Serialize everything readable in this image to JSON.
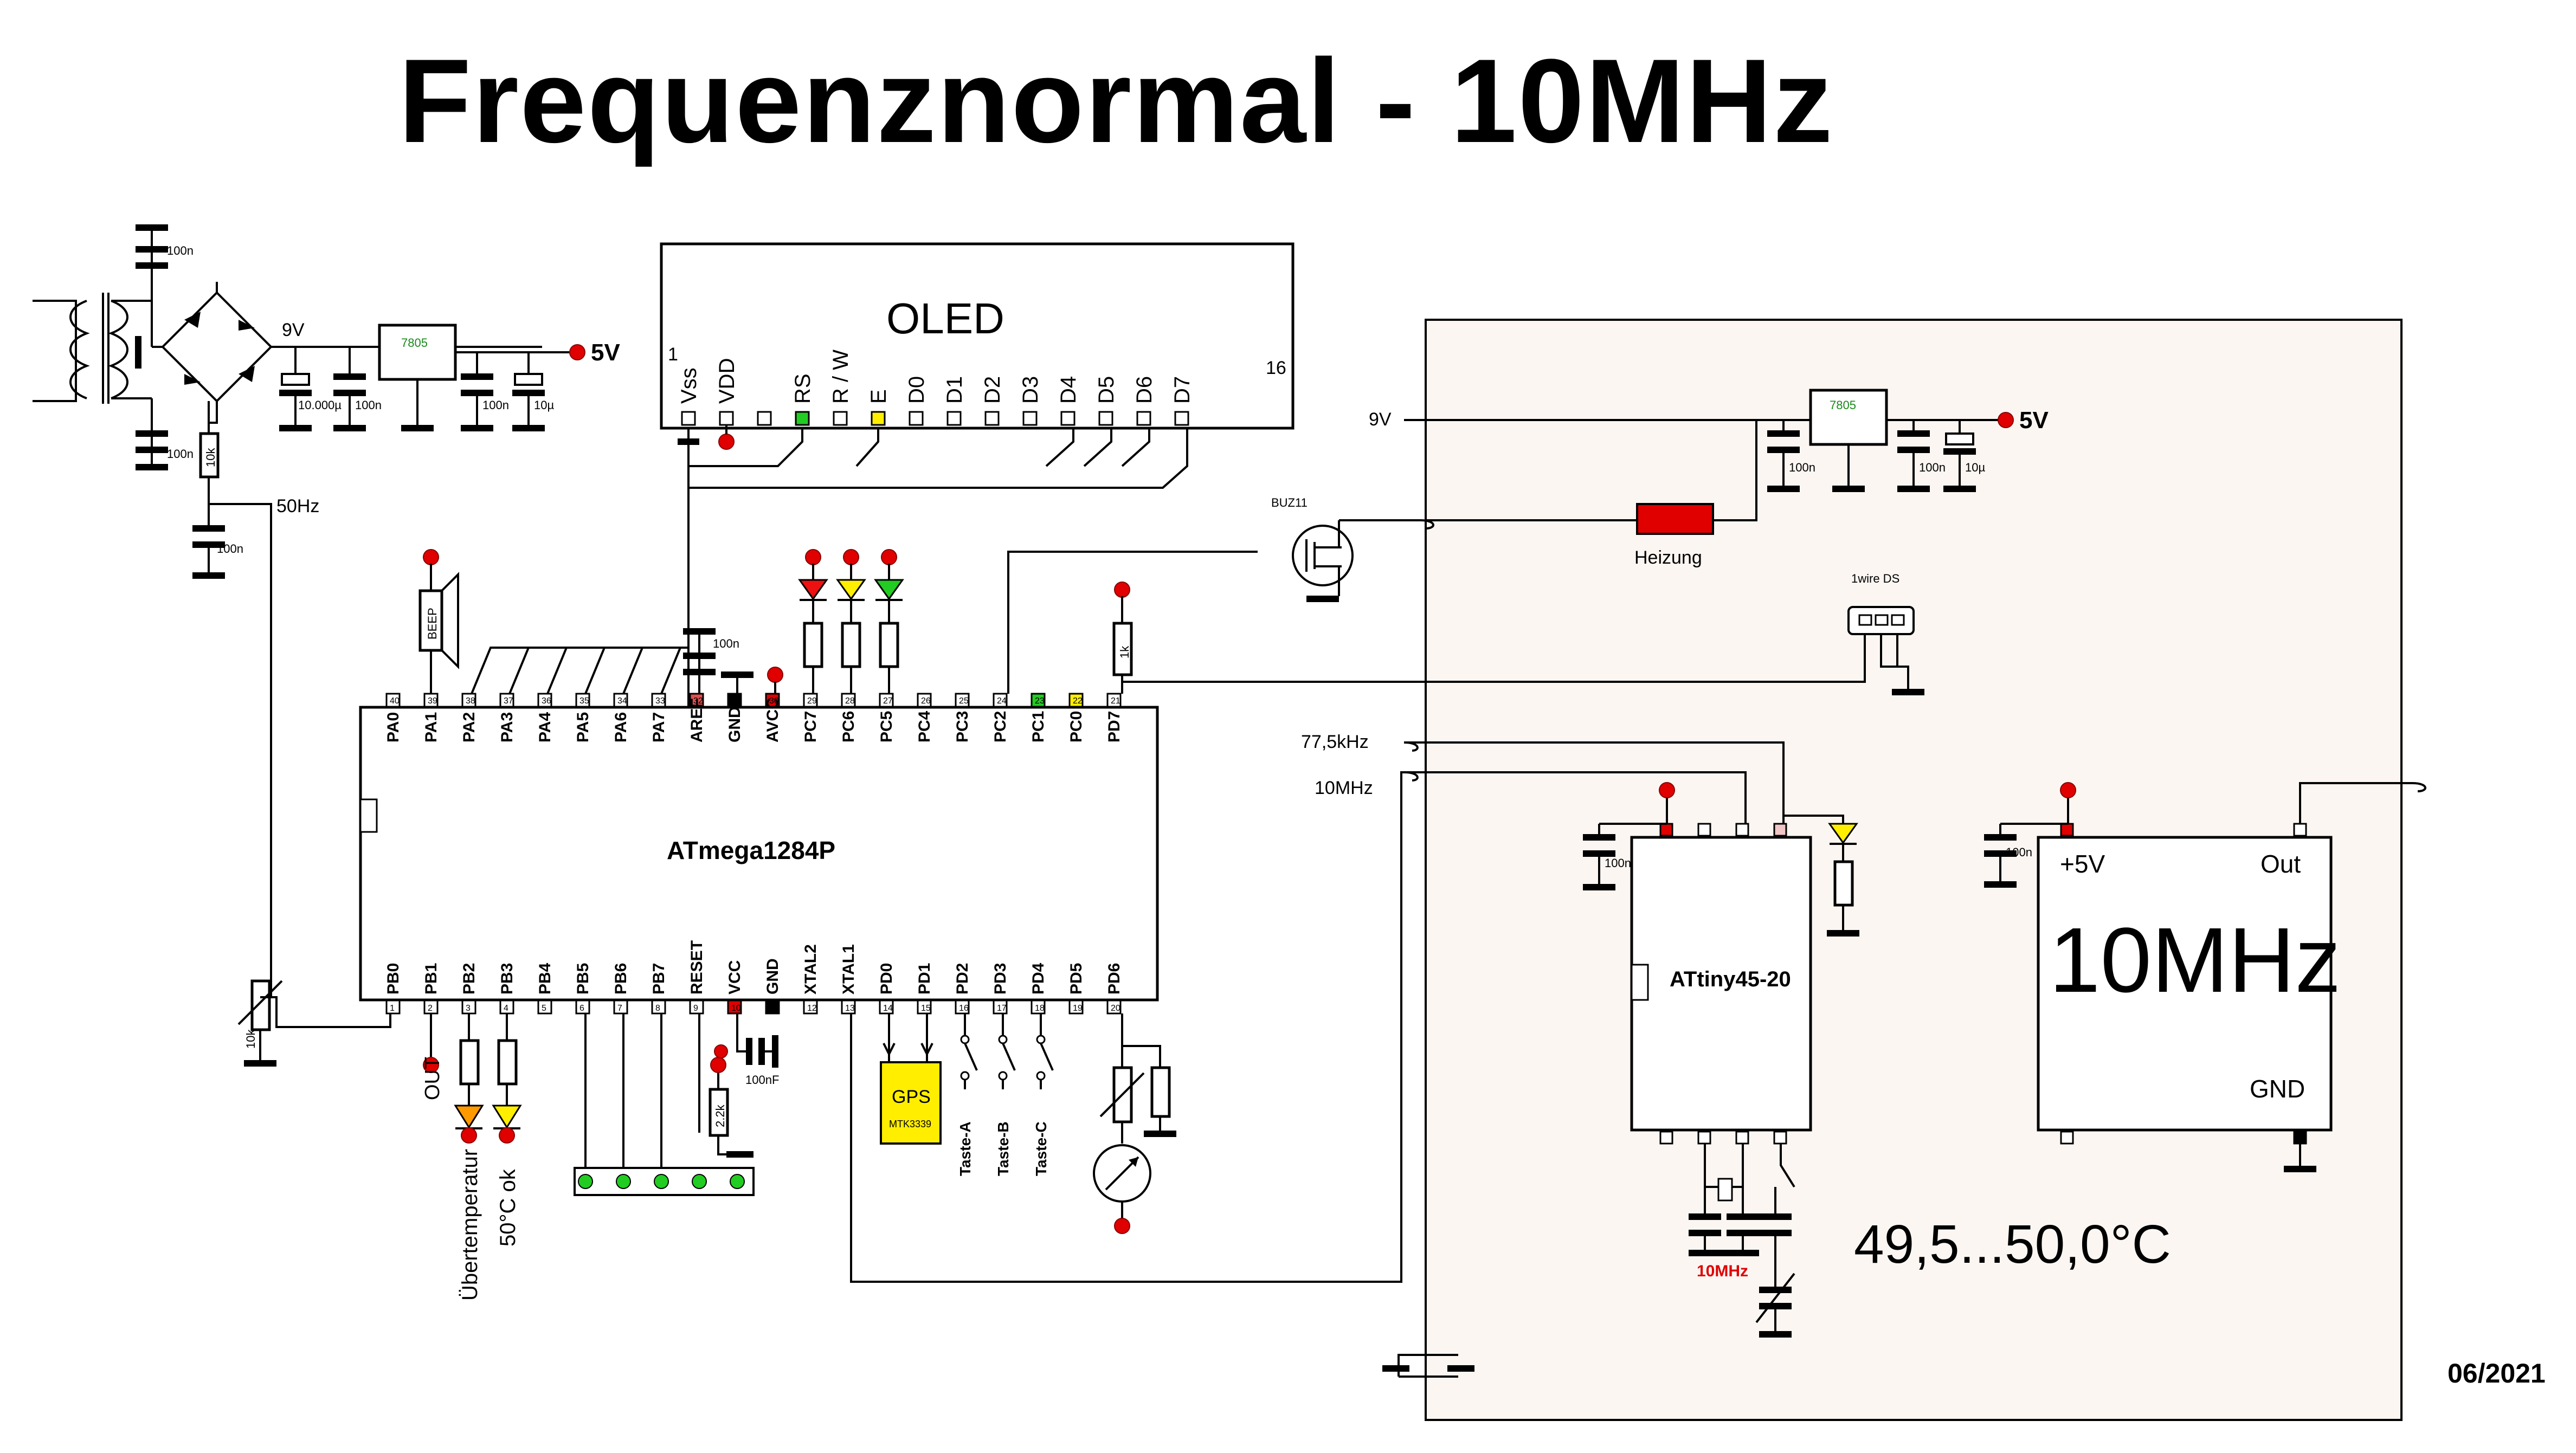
{
  "title": "Frequenznormal - 10MHz",
  "date": "06/2021",
  "colors": {
    "pcb_bg": "#fbf6f2",
    "heater": "#e00000",
    "gps": "#ffee00",
    "led_green": "#22cc22",
    "led_red": "#ee1111",
    "led_yellow": "#ffee00",
    "led_orange": "#ff9900"
  },
  "power": {
    "volt_9v": "9V",
    "volt_5v": "5V",
    "freq_50hz": "50Hz",
    "reg": "7805",
    "c_100n": "100n",
    "c_10000u": "10.000µ",
    "c_10u": "10µ",
    "r_10k": "10k"
  },
  "oled": {
    "label": "OLED",
    "pin_first": "1",
    "pin_last": "16",
    "pins": [
      "Vss",
      "VDD",
      "",
      "RS",
      "R / W",
      "E",
      "D0",
      "D1",
      "D2",
      "D3",
      "D4",
      "D5",
      "D6",
      "D7"
    ]
  },
  "mcu": {
    "label": "ATmega1284P",
    "top_pins": [
      "PA0",
      "PA1",
      "PA2",
      "PA3",
      "PA4",
      "PA5",
      "PA6",
      "PA7",
      "AREF",
      "GND",
      "AVCC",
      "PC7",
      "PC6",
      "PC5",
      "PC4",
      "PC3",
      "PC2",
      "PC1",
      "PC0",
      "PD7"
    ],
    "top_nums": [
      "40",
      "39",
      "38",
      "37",
      "36",
      "35",
      "34",
      "33",
      "32",
      "31",
      "30",
      "29",
      "28",
      "27",
      "26",
      "25",
      "24",
      "23",
      "22",
      "21"
    ],
    "bottom_pins": [
      "PB0",
      "PB1",
      "PB2",
      "PB3",
      "PB4",
      "PB5",
      "PB6",
      "PB7",
      "RESET",
      "VCC",
      "GND",
      "XTAL2",
      "XTAL1",
      "PD0",
      "PD1",
      "PD2",
      "PD3",
      "PD4",
      "PD5",
      "PD6"
    ],
    "bottom_nums": [
      "1",
      "2",
      "3",
      "4",
      "5",
      "6",
      "7",
      "8",
      "9",
      "10",
      "11",
      "12",
      "13",
      "14",
      "15",
      "16",
      "17",
      "18",
      "19",
      "20"
    ]
  },
  "parts": {
    "beep": "BEEP",
    "c_100n": "100n",
    "c_100nF": "100nF",
    "r_1k": "1k",
    "r_10k": "10k",
    "r_22k": "2.2k",
    "buz": "BUZ11",
    "heizung": "Heizung",
    "onewire": "1wire DS",
    "gps": "GPS",
    "gps_module": "MTK3339",
    "taste_a": "Taste-A",
    "taste_b": "Taste-B",
    "taste_c": "Taste-C",
    "out": "OUT",
    "uebertemp": "Übertemperatur",
    "ok50": "50°C ok",
    "f_77": "77,5kHz",
    "f_10": "10MHz"
  },
  "oven": {
    "volt_9v": "9V",
    "volt_5v": "5V",
    "reg": "7805",
    "c_100n": "100n",
    "c_10u": "10µ",
    "attiny": "ATtiny45-20",
    "xtal": "10MHz",
    "osc_title": "10MHz",
    "osc_vcc": "+5V",
    "osc_out": "Out",
    "osc_gnd": "GND",
    "temp": "49,5...50,0°C"
  }
}
